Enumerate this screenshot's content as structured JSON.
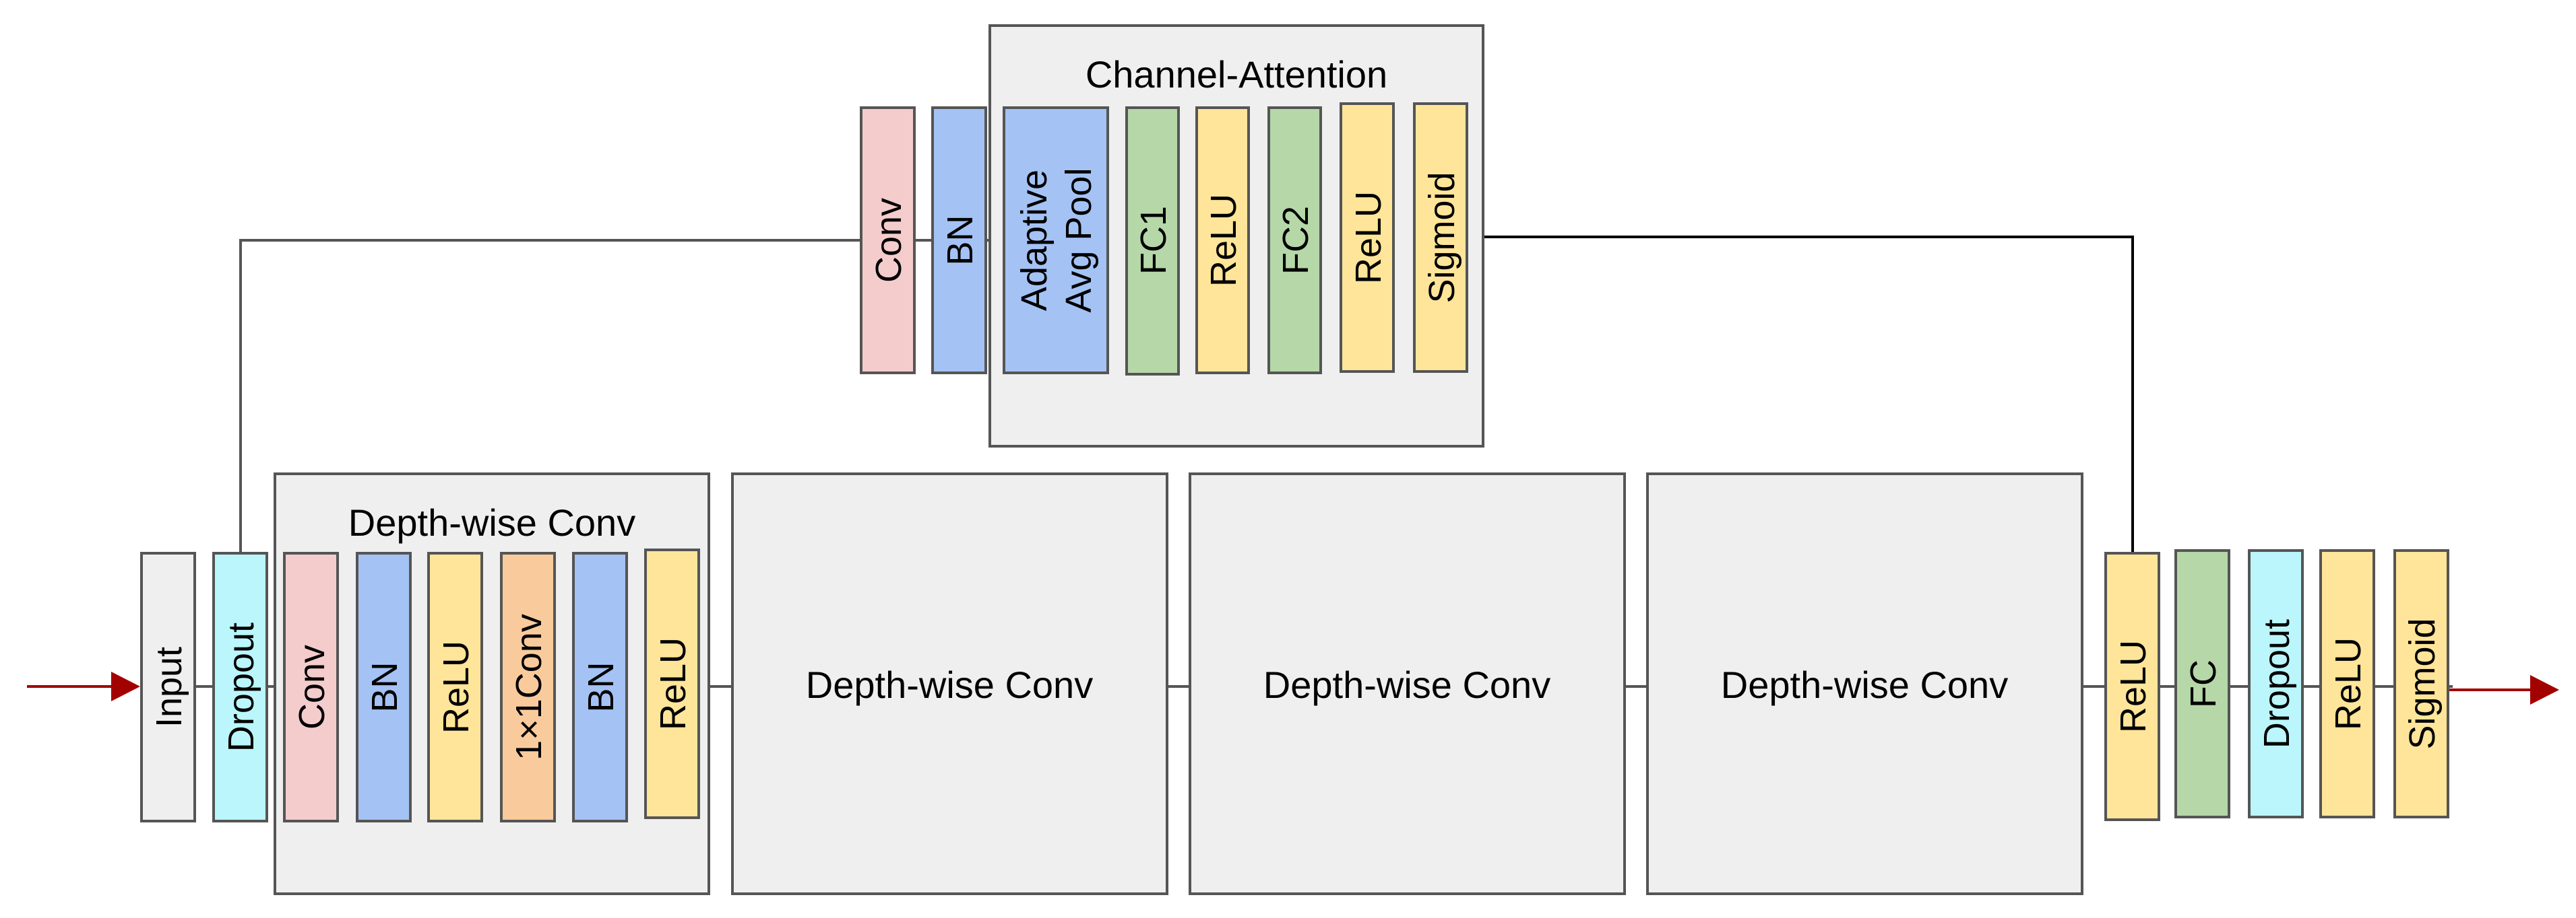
{
  "colors": {
    "gray_box": "#efefef",
    "input": "#efefef",
    "cyan": "#baf6fb",
    "pink": "#f4cccc",
    "blue": "#a4c2f4",
    "yellow": "#ffe599",
    "orange": "#f9cb9c",
    "green": "#b6d7a8",
    "arrow": "#a30000",
    "line": "#555555",
    "border": "#555555"
  },
  "attention": {
    "title": "Channel-Attention",
    "pre_layers": [
      {
        "label": "Conv",
        "color": "pink"
      },
      {
        "label": "BN",
        "color": "blue"
      }
    ],
    "layers": [
      {
        "label": "Adaptive Avg Pool",
        "line1": "Adaptive",
        "line2": "Avg Pool",
        "color": "blue"
      },
      {
        "label": "FC1",
        "color": "green"
      },
      {
        "label": "ReLU",
        "color": "yellow"
      },
      {
        "label": "FC2",
        "color": "green"
      },
      {
        "label": "ReLU",
        "color": "yellow"
      },
      {
        "label": "Sigmoid",
        "color": "yellow"
      }
    ]
  },
  "main": {
    "input_label": "Input",
    "dropout_label": "Dropout",
    "block1": {
      "title": "Depth-wise Conv",
      "layers": [
        {
          "label": "Conv",
          "color": "pink"
        },
        {
          "label": "BN",
          "color": "blue"
        },
        {
          "label": "ReLU",
          "color": "yellow"
        },
        {
          "label": "1×1Conv",
          "color": "orange"
        },
        {
          "label": "BN",
          "color": "blue"
        },
        {
          "label": "ReLU",
          "color": "yellow"
        }
      ]
    },
    "blocks": [
      {
        "label": "Depth-wise Conv"
      },
      {
        "label": "Depth-wise Conv"
      },
      {
        "label": "Depth-wise Conv"
      }
    ]
  },
  "head": {
    "layers": [
      {
        "label": "ReLU",
        "color": "yellow"
      },
      {
        "label": "FC",
        "color": "green"
      },
      {
        "label": "Dropout",
        "color": "cyan"
      },
      {
        "label": "ReLU",
        "color": "yellow"
      },
      {
        "label": "Sigmoid",
        "color": "yellow"
      }
    ]
  }
}
